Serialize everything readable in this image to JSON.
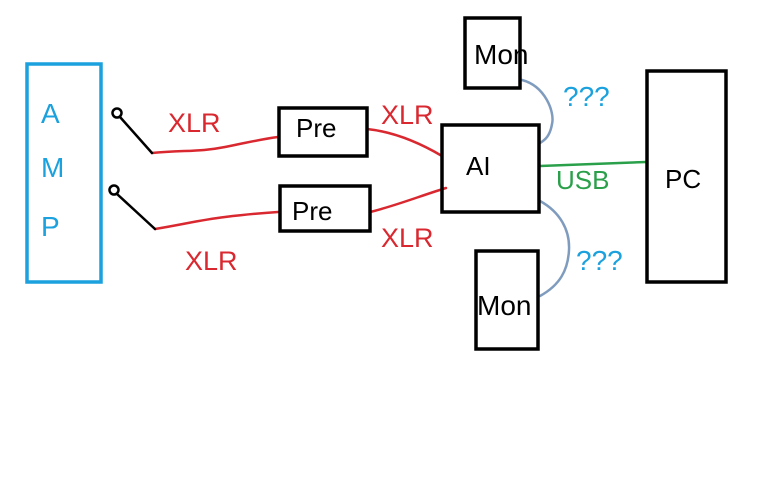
{
  "colors": {
    "amp": "#1ba1dd",
    "xlr": "#d9282f",
    "usb": "#2aa04a",
    "monitor_cable": "#7f9cbf",
    "unknown_label": "#1ba1dd",
    "box": "#000000"
  },
  "nodes": {
    "amp": {
      "letters": [
        "A",
        "M",
        "P"
      ]
    },
    "pre_top": {
      "label": "Pre"
    },
    "pre_bottom": {
      "label": "Pre"
    },
    "audio_interface": {
      "label": "AI"
    },
    "pc": {
      "label": "PC"
    },
    "monitor_top": {
      "label": "Mon"
    },
    "monitor_bottom": {
      "label": "Mon"
    }
  },
  "edges": {
    "amp_to_pre_top": {
      "label": "XLR"
    },
    "amp_to_pre_bottom": {
      "label": "XLR"
    },
    "pre_top_to_ai": {
      "label": "XLR"
    },
    "pre_bottom_to_ai": {
      "label": "XLR"
    },
    "ai_to_pc": {
      "label": "USB"
    },
    "ai_to_monitor_top": {
      "label": "???"
    },
    "ai_to_monitor_bottom": {
      "label": "???"
    }
  }
}
